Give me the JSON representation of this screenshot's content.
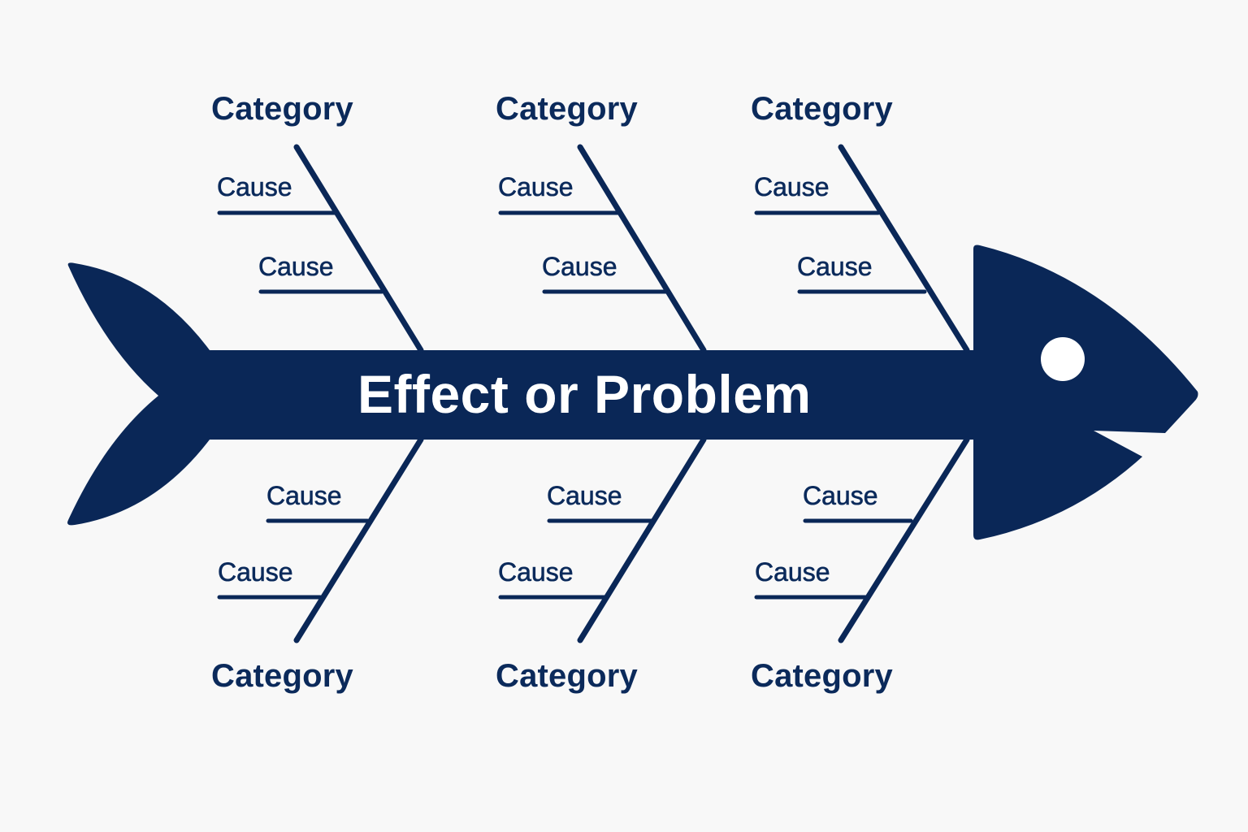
{
  "diagram": {
    "type": "fishbone (Ishikawa) diagram",
    "effect": "Effect or Problem",
    "colors": {
      "primary": "#0a2757",
      "background": "#f8f8f8",
      "effect_text": "#ffffff"
    },
    "top_branches": [
      {
        "category": "Category",
        "causes": [
          "Cause",
          "Cause"
        ]
      },
      {
        "category": "Category",
        "causes": [
          "Cause",
          "Cause"
        ]
      },
      {
        "category": "Category",
        "causes": [
          "Cause",
          "Cause"
        ]
      }
    ],
    "bottom_branches": [
      {
        "category": "Category",
        "causes": [
          "Cause",
          "Cause"
        ]
      },
      {
        "category": "Category",
        "causes": [
          "Cause",
          "Cause"
        ]
      },
      {
        "category": "Category",
        "causes": [
          "Cause",
          "Cause"
        ]
      }
    ]
  }
}
